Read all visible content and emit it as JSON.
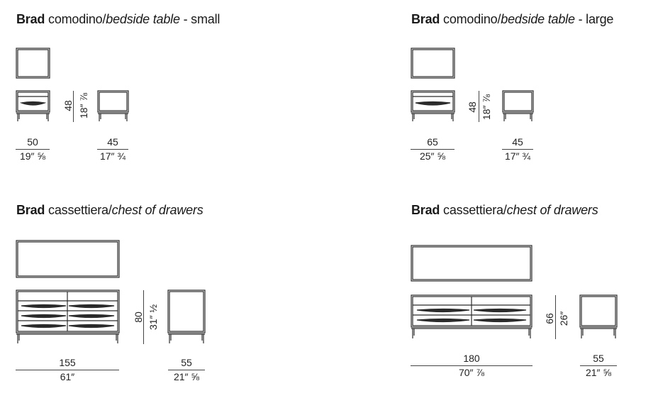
{
  "sections": [
    {
      "brand": "Brad",
      "name_it": "comodino/",
      "name_en": "bedside table",
      "suffix": " - small",
      "width_cm": "50",
      "width_in": "19″ ⅝",
      "depth_cm": "45",
      "depth_in": "17″ ¾",
      "height_cm": "48",
      "height_in": "18″ ⅞"
    },
    {
      "brand": "Brad",
      "name_it": "comodino/",
      "name_en": "bedside table",
      "suffix": " - large",
      "width_cm": "65",
      "width_in": "25″ ⅝",
      "depth_cm": "45",
      "depth_in": "17″ ¾",
      "height_cm": "48",
      "height_in": "18″ ⅞"
    },
    {
      "brand": "Brad",
      "name_it": "cassettiera/",
      "name_en": "chest of drawers",
      "suffix": "",
      "width_cm": "155",
      "width_in": "61″",
      "depth_cm": "55",
      "depth_in": "21″ ⅝",
      "height_cm": "80",
      "height_in": "31″ ½"
    },
    {
      "brand": "Brad",
      "name_it": "cassettiera/",
      "name_en": "chest of drawers",
      "suffix": "",
      "width_cm": "180",
      "width_in": "70″ ⅞",
      "depth_cm": "55",
      "depth_in": "21″ ⅝",
      "height_cm": "66",
      "height_in": "26″"
    }
  ],
  "colors": {
    "line": "#2b2b2b",
    "dim": "#444444"
  }
}
